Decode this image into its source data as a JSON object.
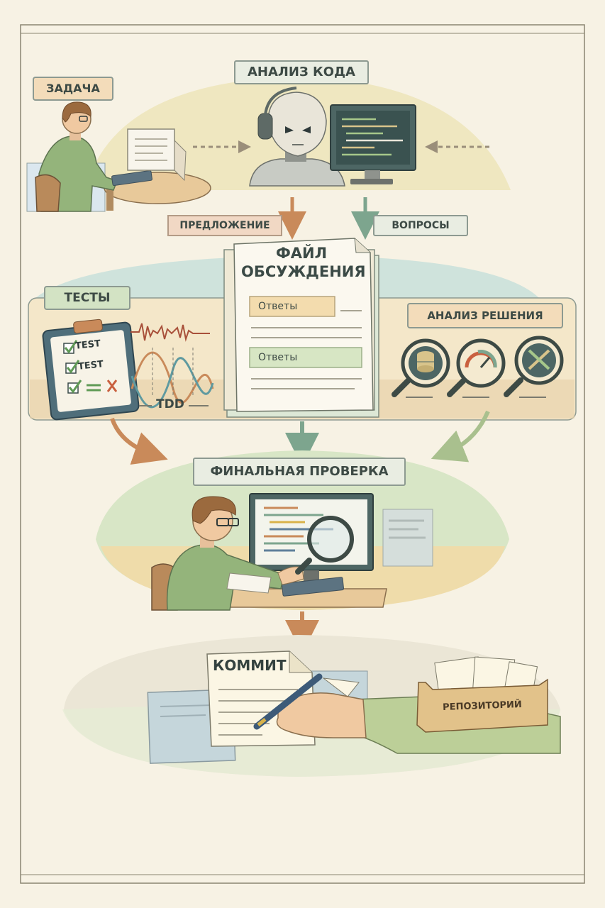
{
  "steps": {
    "task": "ЗАДАЧА",
    "code_analysis": "АНАЛИЗ КОДА",
    "proposal": "ПРЕДЛОЖЕНИЕ",
    "questions": "ВОПРОСЫ",
    "discussion_file_line1": "ФАЙЛ",
    "discussion_file_line2": "ОБСУЖДЕНИЯ",
    "answers_1": "Ответы",
    "answers_2": "Ответы",
    "tests": "ТЕСТЫ",
    "test_item_1": "TEST",
    "test_item_2": "TEST",
    "tdd": "TDD",
    "solution_analysis": "АНАЛИЗ РЕШЕНИЯ",
    "final_review": "ФИНАЛЬНАЯ ПРОВЕРКА",
    "commit": "КОММИТ",
    "repository": "РЕПОЗИТОРИЙ"
  },
  "colors": {
    "background": "#f7f2e4",
    "arrow_orange": "#c98a5a",
    "arrow_green": "#7da58e",
    "band_yellow": "#efe7c0",
    "band_teal": "#cfe3dc",
    "band_green": "#d8e6c6",
    "screen": "#4d6664"
  }
}
